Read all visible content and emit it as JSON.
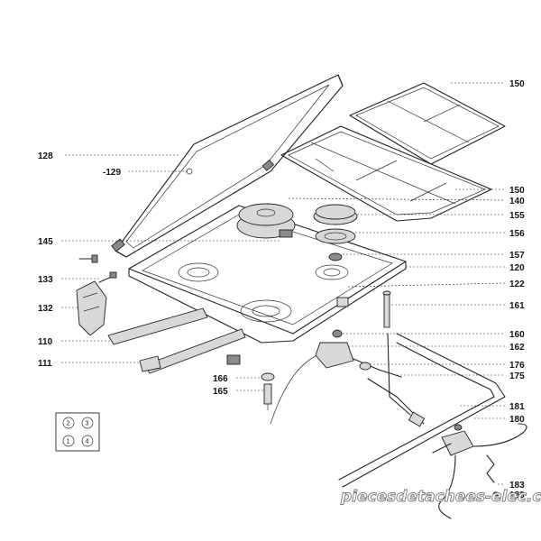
{
  "labels": {
    "l128": "128",
    "l129": "-129",
    "l145": "145",
    "l133": "133",
    "l132": "132",
    "l110": "110",
    "l111": "111",
    "l166": "166",
    "l165": "165",
    "l150a": "150",
    "l150b": "150",
    "l140": "140",
    "l155": "155",
    "l156": "156",
    "l157": "157",
    "l120": "120",
    "l122": "122",
    "l161": "161",
    "l160": "160",
    "l162": "162",
    "l176": "176",
    "l175": "175",
    "l181": "181",
    "l180": "180",
    "l183a": "183",
    "l183b": "183"
  },
  "legend": {
    "n1": "1",
    "n2": "2",
    "n3": "3",
    "n4": "4"
  },
  "watermark": "piecesdetachees-elec.com"
}
